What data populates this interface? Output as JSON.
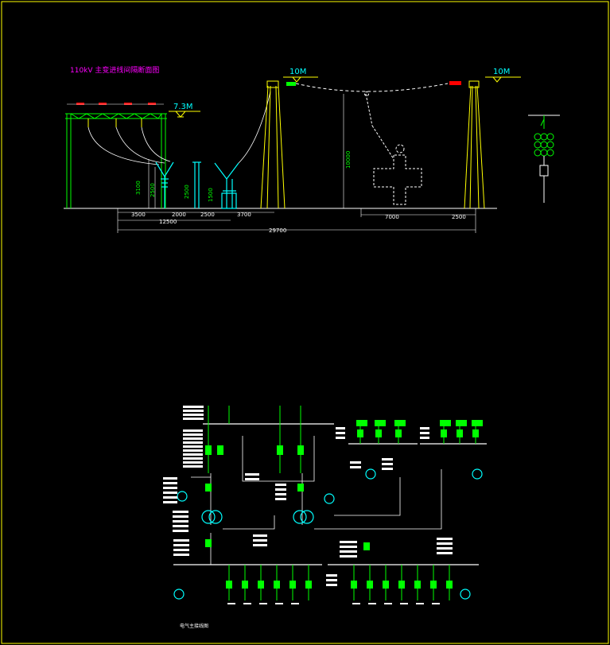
{
  "section": {
    "title": "110kV 主变进线间隔断面图",
    "height_left": "7.3M",
    "height_mid": "10M",
    "height_right": "10M",
    "dim_3100": "3100",
    "dim_2500a": "2500",
    "dim_2500b": "2500",
    "dim_1500": "1500",
    "dim_10000": "10000",
    "dim_3500": "3500",
    "dim_2000": "2000",
    "dim_2500c": "2500",
    "dim_3700": "3700",
    "dim_12500": "12500",
    "dim_29700": "29700",
    "dim_7000": "7000",
    "dim_2500d": "2500"
  },
  "single_line": {
    "caption": "电气主接线图"
  },
  "colors": {
    "background": "#000000",
    "border": "#ffff00",
    "title": "#ff00ff",
    "structure": "#00ff00",
    "equipment": "#00ffff",
    "conductor": "#ffffff",
    "tower": "#ffff00",
    "insulator_red": "#ff0000"
  }
}
